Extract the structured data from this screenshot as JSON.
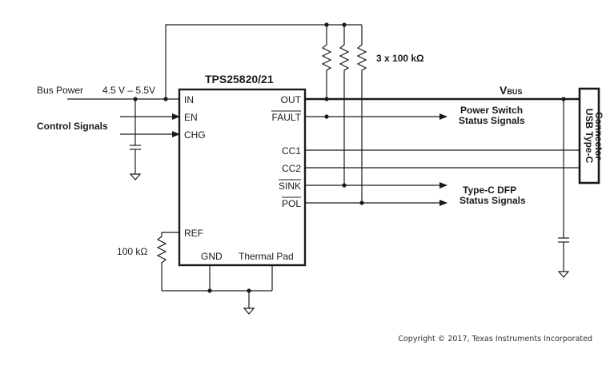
{
  "chip": {
    "name": "TPS25820/21",
    "pins": {
      "in": "IN",
      "en": "EN",
      "chg": "CHG",
      "ref": "REF",
      "gnd": "GND",
      "thermal_pad": "Thermal Pad",
      "out": "OUT",
      "fault": "FAULT",
      "cc1": "CC1",
      "cc2": "CC2",
      "sink": "SINK",
      "pol": "POL"
    }
  },
  "labels": {
    "bus_power": "Bus Power",
    "voltage_range": "4.5 V – 5.5V",
    "control_signals": "Control Signals",
    "pullups": "3 x 100 kΩ",
    "ref_resistor": "100 kΩ",
    "vbus_main": "V",
    "vbus_sub": "BUS",
    "power_switch_line1": "Power Switch",
    "power_switch_line2": "Status Signals",
    "dfp_line1": "Type-C DFP",
    "dfp_line2": "Status Signals",
    "connector_line1": "USB Type-C",
    "connector_line2": "Connector"
  },
  "copyright": "Copyright © 2017, Texas Instruments Incorporated"
}
